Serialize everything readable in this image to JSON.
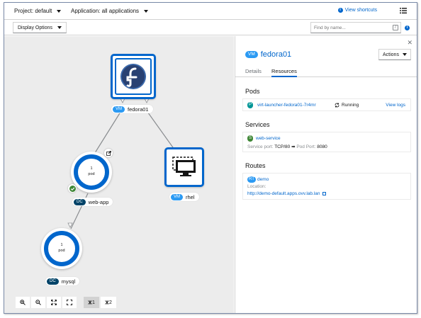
{
  "topbar": {
    "project": "Project: default",
    "application": "Application: all applications",
    "shortcuts": "View shortcuts",
    "info_glyph": "i"
  },
  "toolbar": {
    "display_options": "Display Options",
    "find_placeholder": "Find by name...",
    "find_key": "/"
  },
  "graph": {
    "nodes": {
      "fedora": {
        "badge": "VM",
        "name": "fedora01"
      },
      "rhel": {
        "badge": "VM",
        "name": "rhel"
      },
      "webapp": {
        "badge": "DC",
        "name": "web-app",
        "count": "1",
        "unit": "pod"
      },
      "mysql": {
        "badge": "DC",
        "name": "mysql",
        "count": "1",
        "unit": "pod"
      }
    },
    "zoom": {
      "layout1": "1",
      "layout2": "2"
    }
  },
  "panel": {
    "title_badge": "VM",
    "title": "fedora01",
    "actions": "Actions",
    "tabs": [
      "Details",
      "Resources"
    ],
    "active_tab": "Resources",
    "pods": {
      "heading": "Pods",
      "badge": "P",
      "name": "virt-launcher-fedora01-7r4mr",
      "status": "Running",
      "logs": "View logs"
    },
    "services": {
      "heading": "Services",
      "badge": "S",
      "name": "web-service",
      "port_label": "Service port:",
      "port": "TCP/80",
      "arrow": "➡",
      "pod_port_label": "Pod Port:",
      "pod_port": "8080"
    },
    "routes": {
      "heading": "Routes",
      "badge": "RT",
      "name": "demo",
      "location_label": "Location:",
      "url": "http://demo-default.apps.ovv.lab.lan"
    }
  },
  "colors": {
    "accent": "#0066cc",
    "canvas": "#ececec",
    "running": "#3e8635"
  }
}
